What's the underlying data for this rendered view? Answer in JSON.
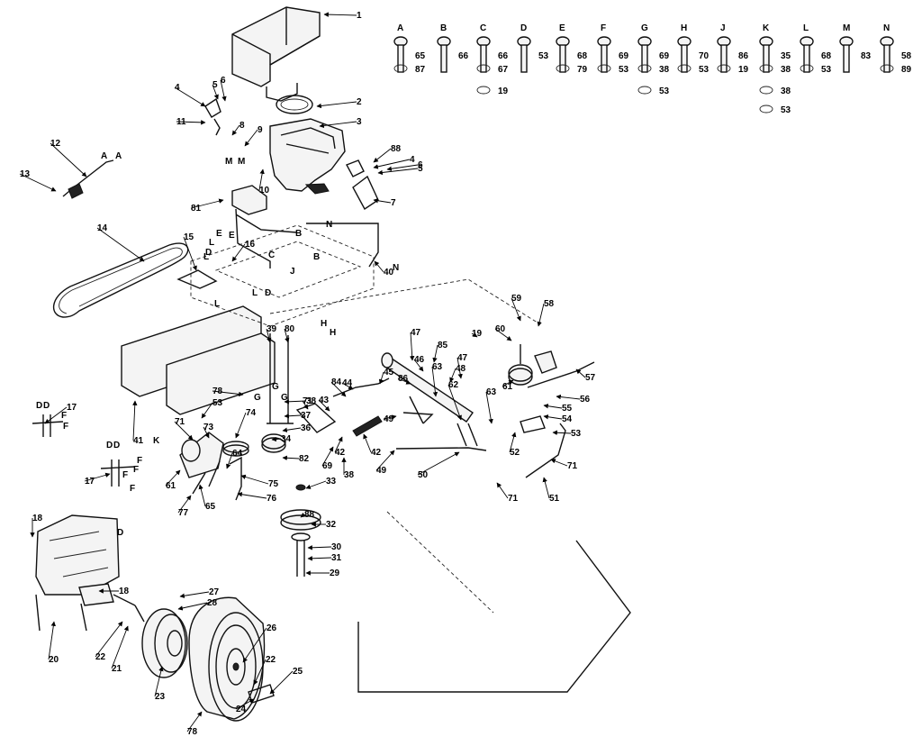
{
  "hardware_table": [
    {
      "letter": "A",
      "parts": [
        "65",
        "87"
      ]
    },
    {
      "letter": "B",
      "parts": [
        "66"
      ]
    },
    {
      "letter": "C",
      "parts": [
        "66",
        "67",
        "19"
      ]
    },
    {
      "letter": "D",
      "parts": [
        "53"
      ]
    },
    {
      "letter": "E",
      "parts": [
        "68",
        "79"
      ]
    },
    {
      "letter": "F",
      "parts": [
        "69",
        "53"
      ]
    },
    {
      "letter": "G",
      "parts": [
        "69",
        "38",
        "53"
      ]
    },
    {
      "letter": "H",
      "parts": [
        "70",
        "53"
      ]
    },
    {
      "letter": "J",
      "parts": [
        "86",
        "19"
      ]
    },
    {
      "letter": "K",
      "parts": [
        "35",
        "38",
        "38",
        "53"
      ]
    },
    {
      "letter": "L",
      "parts": [
        "68",
        "53"
      ]
    },
    {
      "letter": "M",
      "parts": [
        "83"
      ]
    },
    {
      "letter": "N",
      "parts": [
        "58",
        "89"
      ]
    }
  ],
  "callouts": [
    "1",
    "2",
    "3",
    "4",
    "5",
    "6",
    "6",
    "7",
    "8",
    "9",
    "10",
    "11",
    "12",
    "13",
    "14",
    "15",
    "16",
    "17",
    "17",
    "18",
    "18",
    "19",
    "20",
    "21",
    "22",
    "22",
    "23",
    "24",
    "25",
    "26",
    "27",
    "28",
    "29",
    "30",
    "31",
    "32",
    "33",
    "34",
    "36",
    "37",
    "38",
    "38",
    "39",
    "40",
    "41",
    "42",
    "42",
    "43",
    "44",
    "45",
    "46",
    "47",
    "47",
    "48",
    "49",
    "49",
    "50",
    "51",
    "52",
    "53",
    "53",
    "54",
    "55",
    "56",
    "57",
    "58",
    "59",
    "60",
    "61",
    "61",
    "62",
    "63",
    "63",
    "64",
    "65",
    "69",
    "71",
    "71",
    "71",
    "71",
    "73",
    "74",
    "75",
    "76",
    "77",
    "78",
    "78",
    "80",
    "81",
    "82",
    "84",
    "85",
    "86",
    "88",
    "88",
    "4",
    "5",
    "6"
  ],
  "letter_marks": [
    "A",
    "A",
    "B",
    "B",
    "C",
    "D",
    "D",
    "E",
    "E",
    "F",
    "F",
    "G",
    "G",
    "G",
    "H",
    "H",
    "J",
    "K",
    "L",
    "L",
    "L",
    "L",
    "M",
    "M",
    "N",
    "N",
    "D",
    "D",
    "D",
    "D",
    "F",
    "F",
    "F",
    "F",
    "D"
  ]
}
